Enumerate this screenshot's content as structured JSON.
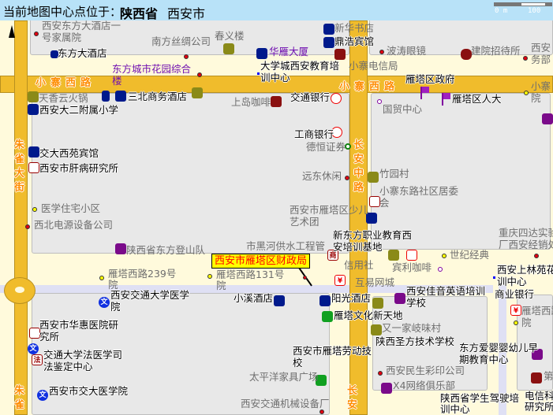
{
  "header": {
    "prefix": "当前地图中心点位于：",
    "province": "陕西省",
    "city": "西安市"
  },
  "scale": {
    "start": "0 m",
    "end": "100"
  },
  "roads": {
    "xiaozhai_w1": "小寨西路",
    "xiaozhai_w2": "小寨西路",
    "zhuque": "朱\n雀\n大\n街",
    "changan": "长\n安\n中\n路",
    "zhuque_b": "朱\n雀",
    "changan_b": "长\n安"
  },
  "callout": {
    "text": "西安市雁塔区财政局"
  },
  "icons": {
    "yen": "¥",
    "shang": "商",
    "fa": "法",
    "wen": "文"
  },
  "pois": [
    "西安东方大酒店一\n号家属院",
    "东方大酒店",
    "南方丝绸公司",
    "春义楼",
    "华雁大厦",
    "东方城市花园综合\n楼",
    "大学城西安教育培\n训中心",
    "新华书店",
    "鼎浩宾馆",
    "波涛眼镜",
    "建院招待所",
    "西安\n务部",
    "小寨电信局",
    "雁塔区政府",
    "雁塔区人大",
    "小寨\n院",
    "国贸中心",
    "交通银行",
    "上岛咖啡",
    "三北商务酒店",
    "天香云火锅",
    "西安大二附属小学",
    "交大西苑宾馆",
    "西安市肝病研究所",
    "医学住宅小区",
    "西北电源设备公司",
    "陕西省东方登山队",
    "市黑河供水工程管",
    "雁塔西路239号\n院",
    "雁塔西路131号\n院",
    "工商银行",
    "德恒证券",
    "远东休闲",
    "竹园村",
    "小寨东路社区居委\n会",
    "西安市雁塔区少儿\n艺术团",
    "新东方职业教育西\n安培训基地",
    "重庆四达实验\n厂西安经销处",
    "信用社",
    "宾利咖啡",
    "世纪经典",
    "西安上林苑花\n训中心",
    "互易网城",
    "西安佳音英语培训\n学校",
    "商业银行",
    "雁塔西路\n院",
    "小溪酒店",
    "阳光酒店",
    "雁塔文化新天地",
    "又一家岐味村",
    "陕西圣方技术学校",
    "东方爱婴婴幼儿早\n期教育中心",
    "西安市雁塔劳动技\n校",
    "西安交通大学医学\n院",
    "西安市华惠医院研\n究所",
    "交通大学法医学司\n法鉴定中心",
    "西安市交大医学院",
    "太平洋家具广场",
    "西安民生彩印公司",
    "X4网络俱乐部",
    "第",
    "西安交通机械设备厂",
    "陕西省学生驾驶培\n训中心",
    "电信科\n研究所"
  ]
}
